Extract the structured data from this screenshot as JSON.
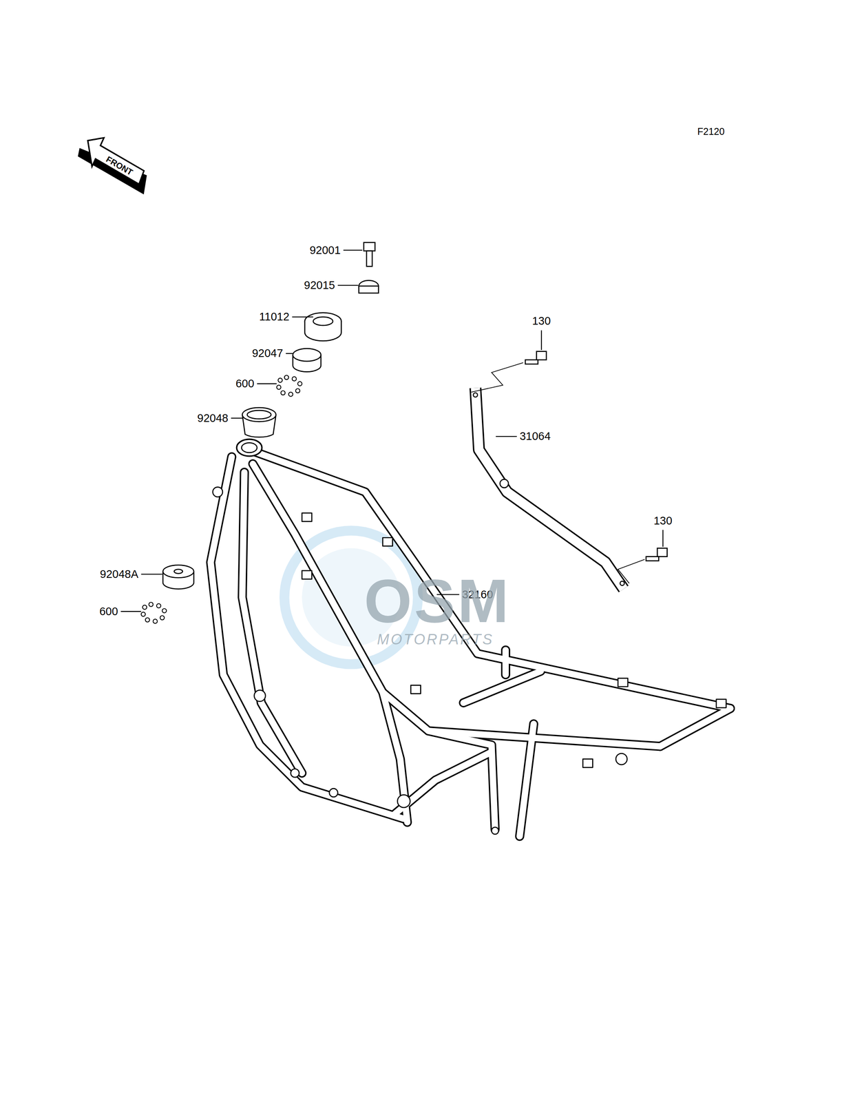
{
  "diagram": {
    "labels": [
      "F2120",
      "FRONT",
      "92001",
      "92015",
      "11012",
      "130",
      "92047",
      "600",
      "92048",
      "31064",
      "130",
      "92048A",
      "600",
      "32160",
      "OSM",
      "MOTORPARTS"
    ]
  }
}
